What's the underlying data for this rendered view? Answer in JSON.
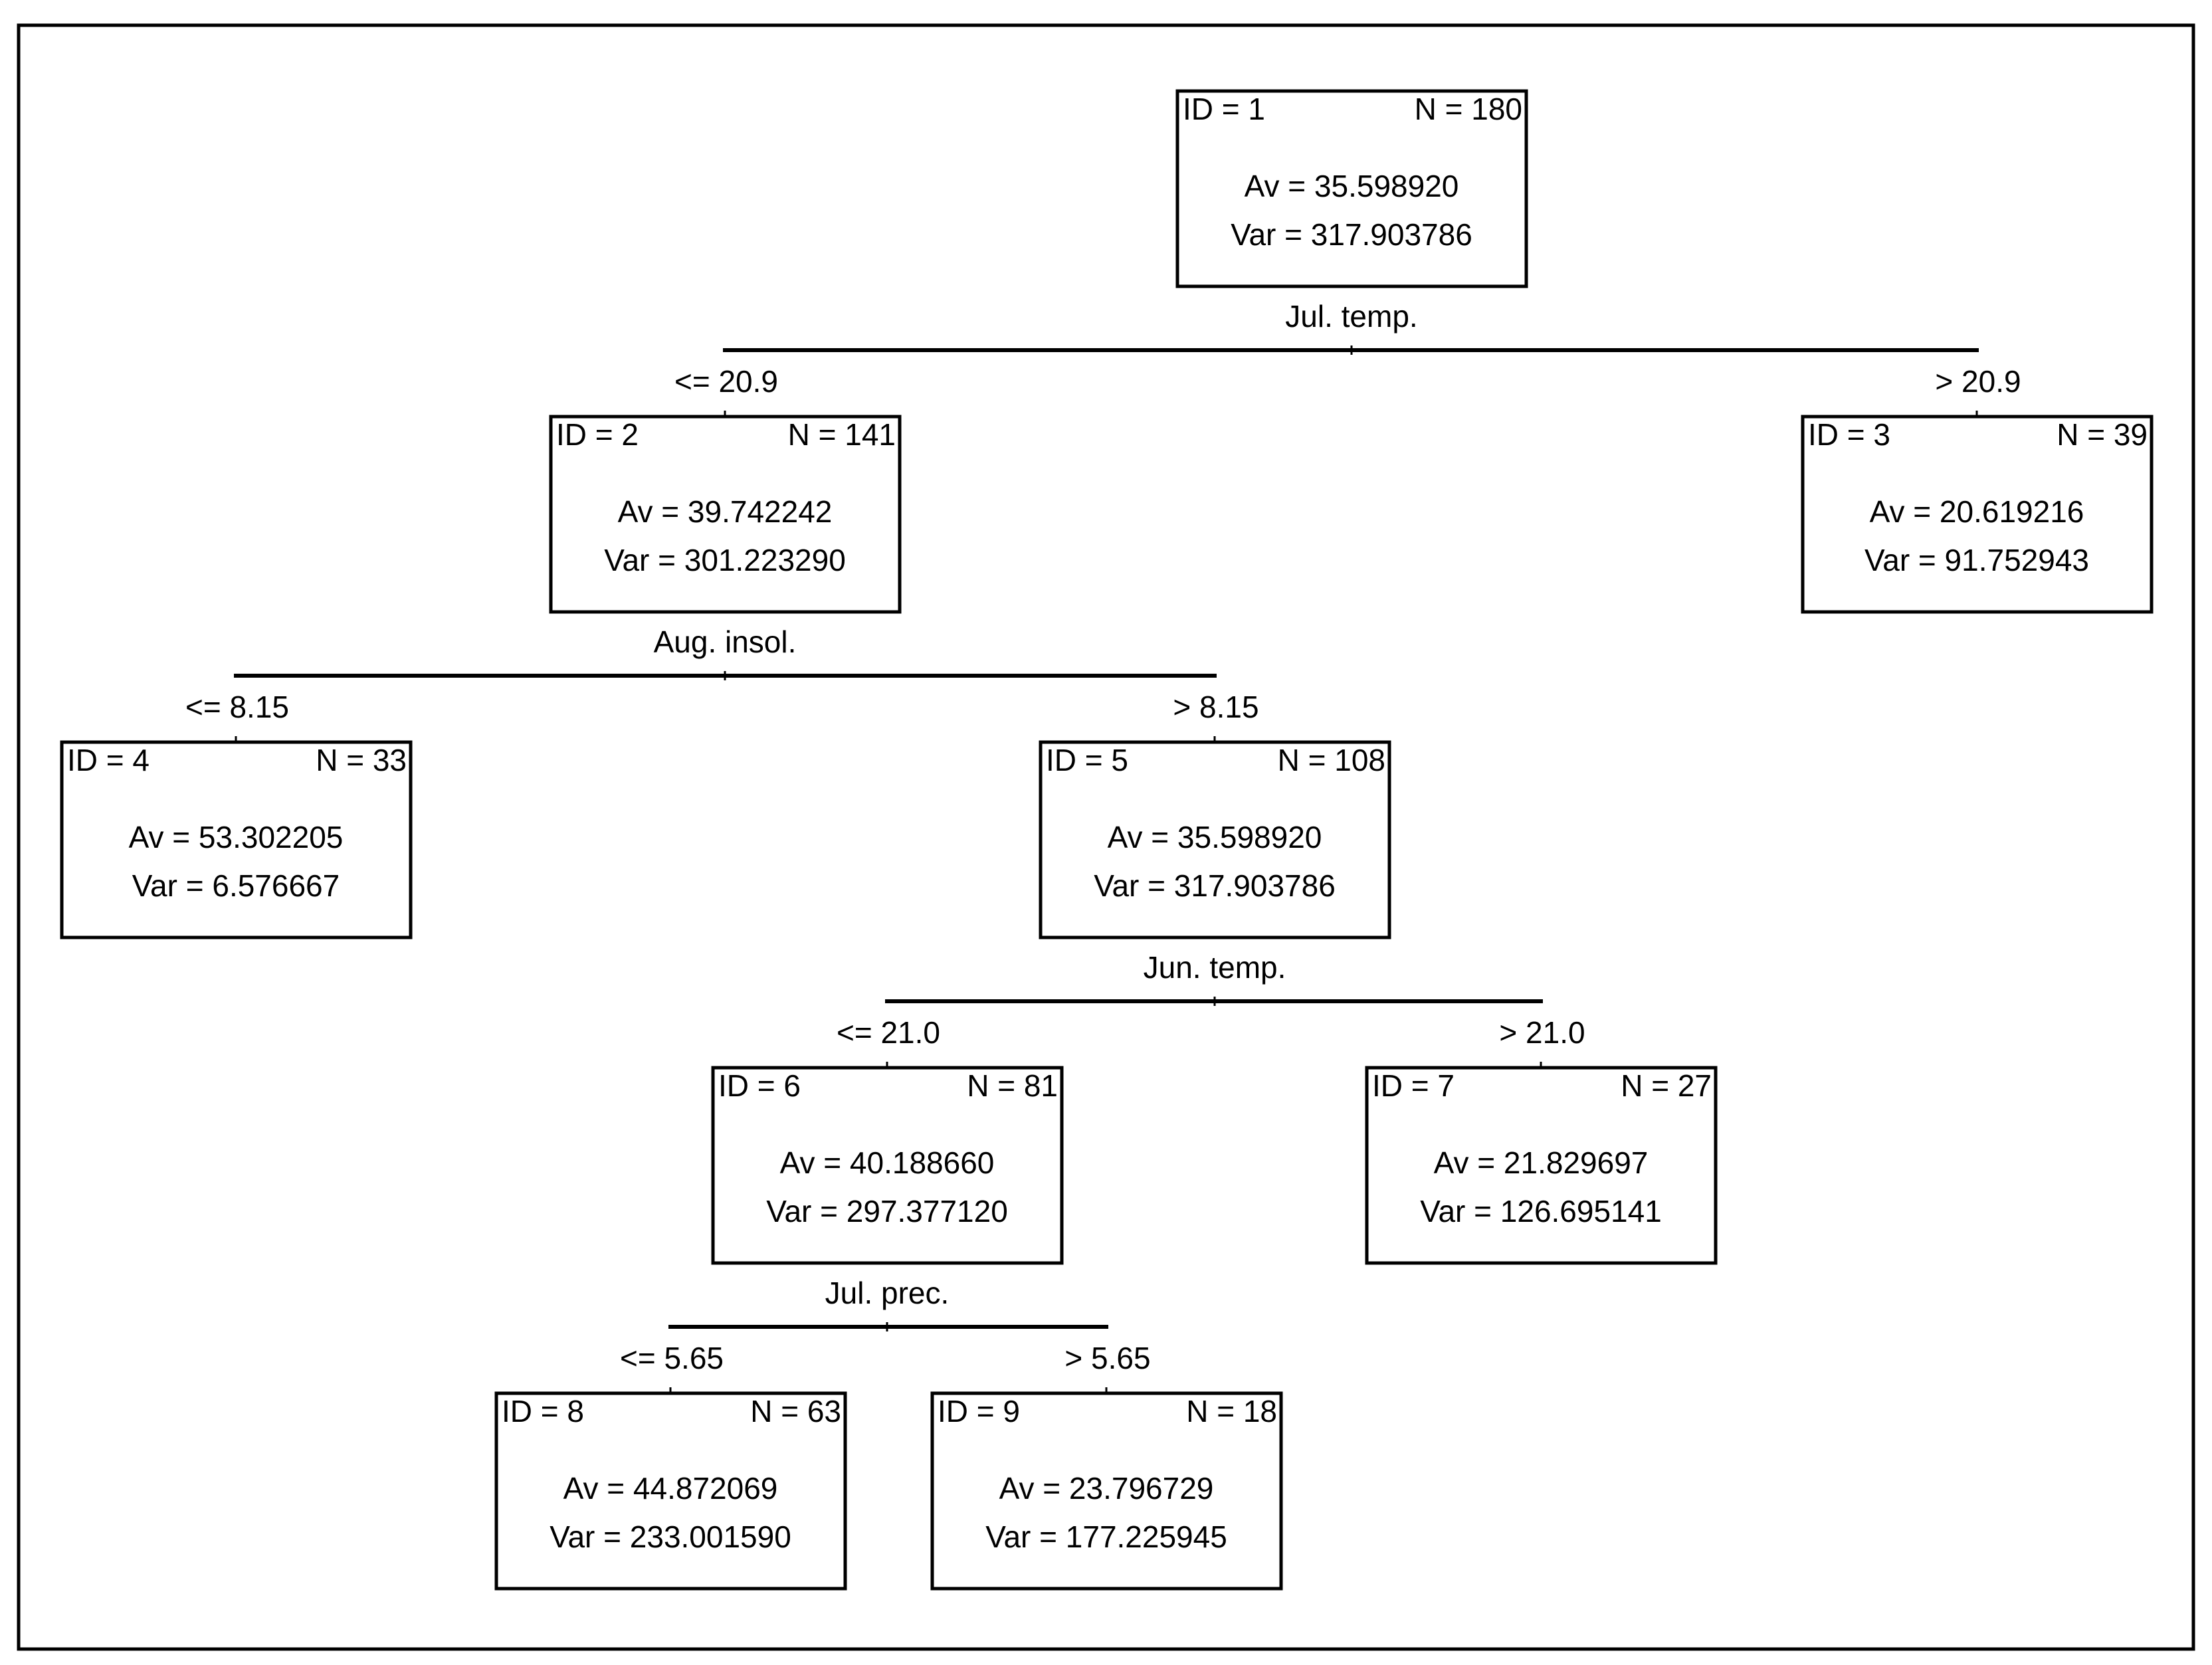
{
  "nodes": [
    {
      "key": "n1",
      "id_text": "ID = 1",
      "n_text": "N = 180",
      "av_text": "Av = 35.598920",
      "var_text": "Var = 317.903786"
    },
    {
      "key": "n2",
      "id_text": "ID = 2",
      "n_text": "N = 141",
      "av_text": "Av = 39.742242",
      "var_text": "Var = 301.223290"
    },
    {
      "key": "n3",
      "id_text": "ID = 3",
      "n_text": "N = 39",
      "av_text": "Av = 20.619216",
      "var_text": "Var = 91.752943"
    },
    {
      "key": "n4",
      "id_text": "ID = 4",
      "n_text": "N = 33",
      "av_text": "Av = 53.302205",
      "var_text": "Var = 6.576667"
    },
    {
      "key": "n5",
      "id_text": "ID = 5",
      "n_text": "N = 108",
      "av_text": "Av = 35.598920",
      "var_text": "Var = 317.903786"
    },
    {
      "key": "n6",
      "id_text": "ID = 6",
      "n_text": "N = 81",
      "av_text": "Av = 40.188660",
      "var_text": "Var = 297.377120"
    },
    {
      "key": "n7",
      "id_text": "ID = 7",
      "n_text": "N = 27",
      "av_text": "Av = 21.829697",
      "var_text": "Var = 126.695141"
    },
    {
      "key": "n8",
      "id_text": "ID = 8",
      "n_text": "N = 63",
      "av_text": "Av = 44.872069",
      "var_text": "Var = 233.001590"
    },
    {
      "key": "n9",
      "id_text": "ID = 9",
      "n_text": "N = 18",
      "av_text": "Av = 23.796729",
      "var_text": "Var = 177.225945"
    }
  ],
  "splits": [
    {
      "key": "s1",
      "variable": "Jul. temp.",
      "left_label": "<= 20.9",
      "right_label": "> 20.9"
    },
    {
      "key": "s2",
      "variable": "Aug. insol.",
      "left_label": "<= 8.15",
      "right_label": "> 8.15"
    },
    {
      "key": "s5",
      "variable": "Jun. temp.",
      "left_label": "<= 21.0",
      "right_label": "> 21.0"
    },
    {
      "key": "s6",
      "variable": "Jul. prec.",
      "left_label": "<= 5.65",
      "right_label": "> 5.65"
    }
  ]
}
